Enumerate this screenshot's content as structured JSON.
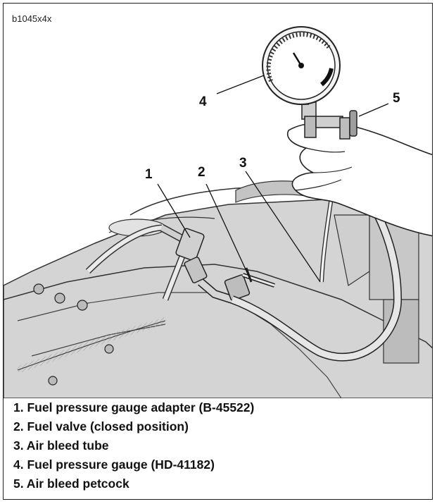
{
  "figure": {
    "id_label": "b1045x4x",
    "callouts": [
      {
        "num": "1"
      },
      {
        "num": "2"
      },
      {
        "num": "3"
      },
      {
        "num": "4"
      },
      {
        "num": "5"
      }
    ],
    "legend": [
      "1. Fuel pressure gauge adapter (B-45522)",
      "2. Fuel valve (closed position)",
      "3. Air bleed tube",
      "4. Fuel pressure gauge (HD-41182)",
      "5. Air bleed petcock"
    ]
  },
  "colors": {
    "ink": "#111111",
    "shade": "#d9d9d9",
    "mid": "#bdbdbd",
    "dark": "#555555"
  }
}
